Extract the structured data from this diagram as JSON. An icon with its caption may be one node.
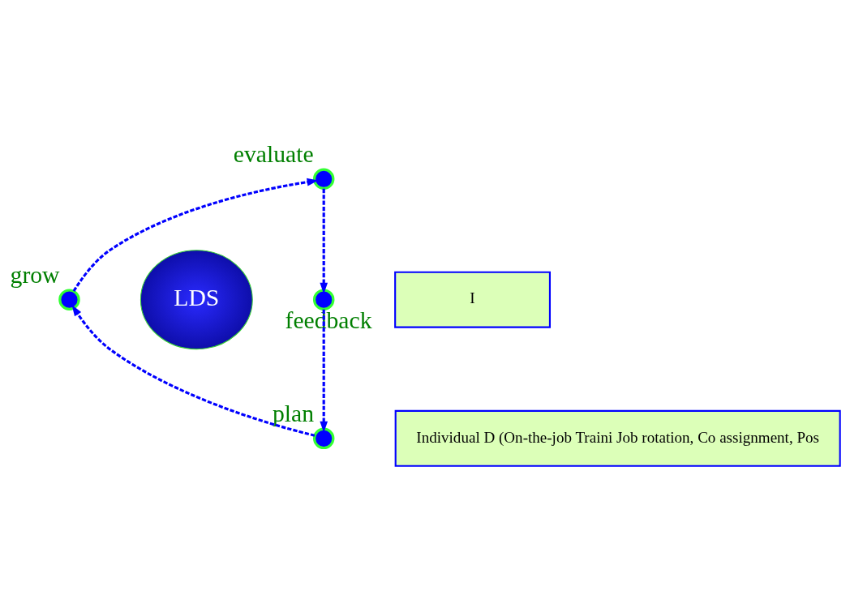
{
  "diagram": {
    "nodes": [
      {
        "text": [
          "evaluate"
        ]
      },
      {
        "text": [
          "I"
        ]
      },
      {
        "text": [
          "grow"
        ]
      },
      {
        "text": [
          "LDS"
        ]
      },
      {
        "text": [
          "feedback"
        ]
      },
      {
        "text": [
          "Individual D (On-the-job Traini Job rotation, Co assignment, Pos"
        ]
      },
      {
        "text": [
          "plan"
        ]
      }
    ],
    "edges": [
      {
        "from": 2,
        "to": 0,
        "arrow": "to",
        "style": "dashed"
      },
      {
        "from": 0,
        "to": 4,
        "arrow": "to",
        "style": "dashed"
      },
      {
        "from": 4,
        "to": 6,
        "arrow": "to",
        "style": "dashed"
      },
      {
        "from": 6,
        "to": 2,
        "arrow": "to",
        "style": "dashed"
      }
    ]
  }
}
